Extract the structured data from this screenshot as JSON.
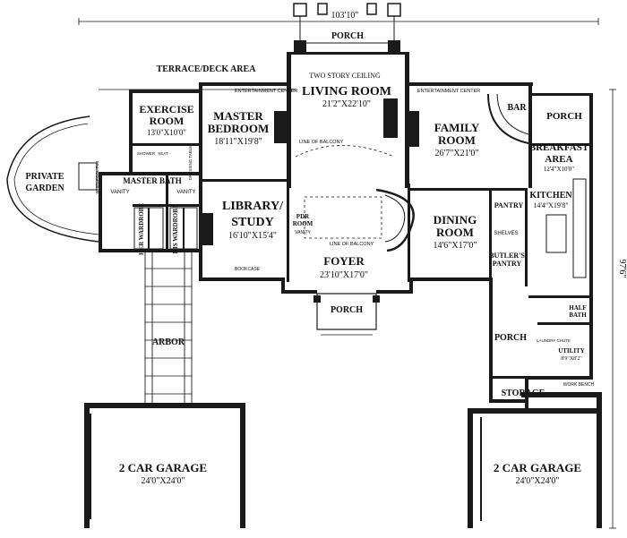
{
  "plan": {
    "overall_width": "103'10\"",
    "overall_depth": "97'6\"",
    "rooms": {
      "porch_top": "PORCH",
      "terrace": "TERRACE/DECK AREA",
      "living_ceiling": "TWO STORY CEILING",
      "living_name": "LIVING ROOM",
      "living_dim": "21'2\"X22'10\"",
      "ent_center_left": "ENTERTAINMENT CENTER",
      "ent_center_right": "ENTERTAINMENT CENTER",
      "line_balcony_top": "LINE OF BALCONY",
      "exercise_name_1": "EXERCISE",
      "exercise_name_2": "ROOM",
      "exercise_dim": "13'0\"X10'0\"",
      "master_name_1": "MASTER",
      "master_name_2": "BEDROOM",
      "master_dim": "18'11\"X19'8\"",
      "family_name_1": "FAMILY",
      "family_name_2": "ROOM",
      "family_dim": "26'7\"X21'0\"",
      "bar": "BAR",
      "porch_right": "PORCH",
      "breakfast_name_1": "BREAKFAST",
      "breakfast_name_2": "AREA",
      "breakfast_dim": "12'4\"X10'0\"",
      "kitchen_name": "KITCHEN",
      "kitchen_dim": "14'4\"X19'8\"",
      "pantry": "PANTRY",
      "shelves": "SHELVES",
      "butlers_1": "BUTLER'S",
      "butlers_2": "PANTRY",
      "private_garden_1": "PRIVATE",
      "private_garden_2": "GARDEN",
      "whirlpool": "WHIRLPOOL TUB",
      "shower": "SHOWER",
      "seat": "SEAT",
      "dressing_table": "DRESSING TABLE",
      "master_bath": "MASTER BATH",
      "vanity_1": "VANITY",
      "vanity_2": "VANITY",
      "her_wardrobe": "HER WARDROBE",
      "his_wardrobe": "HIS WARDROBE",
      "library_name_1": "LIBRARY/",
      "library_name_2": "STUDY",
      "library_dim": "16'10\"X15'4\"",
      "bookcase": "BOOKCASE",
      "pdr_1": "PDR",
      "pdr_2": "ROOM",
      "pdr_vanity": "VANITY",
      "line_balcony_bottom": "LINE OF BALCONY",
      "foyer_name": "FOYER",
      "foyer_dim": "23'10\"X17'0\"",
      "dining_name_1": "DINING",
      "dining_name_2": "ROOM",
      "dining_dim": "14'6\"X17'0\"",
      "porch_front": "PORCH",
      "arbor": "ARBOR",
      "porch_side": "PORCH",
      "storage": "STORAGE",
      "half_bath_1": "HALF",
      "half_bath_2": "BATH",
      "utility_name": "UTILITY",
      "utility_dim": "8'9\"X8'2\"",
      "work_bench": "WORK BENCH",
      "laundry_chute": "LAUNDRY CHUTE",
      "garage_left_name": "2 CAR GARAGE",
      "garage_left_dim": "24'0\"X24'0\"",
      "garage_right_name": "2 CAR GARAGE",
      "garage_right_dim": "24'0\"X24'0\""
    }
  }
}
